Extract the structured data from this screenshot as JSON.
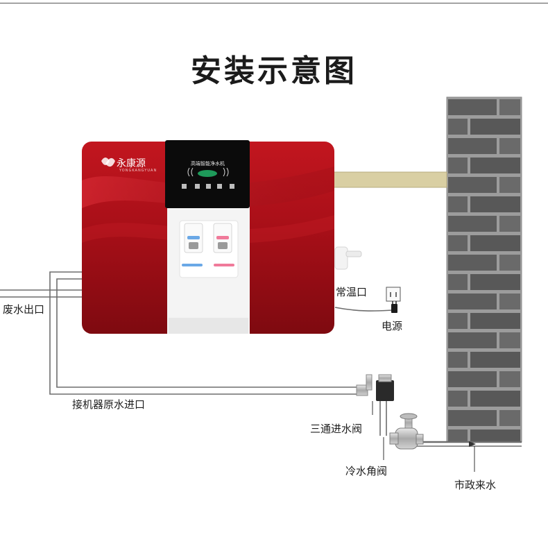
{
  "title": "安装示意图",
  "brand": {
    "name": "永康源",
    "tagline": "YONGKANGYUAN"
  },
  "purifier": {
    "panel_title": "高端智能净水机",
    "panel_icons": [
      "cup-icon",
      "grid-icon",
      "snowflake-icon",
      "steam-icon",
      "sparkle-icon"
    ],
    "colors": {
      "body": "#b3141c",
      "panel": "#0b0b0b",
      "accent_cold": "#6aa8e6",
      "accent_hot": "#f07a9a"
    }
  },
  "labels": {
    "waste_water_outlet": "废水出口",
    "room_temp_outlet": "常温口",
    "power": "电源",
    "raw_water_inlet": "接机器原水进口",
    "three_way_valve": "三通进水阀",
    "cold_angle_valve": "冷水角阀",
    "municipal_water": "市政来水"
  }
}
